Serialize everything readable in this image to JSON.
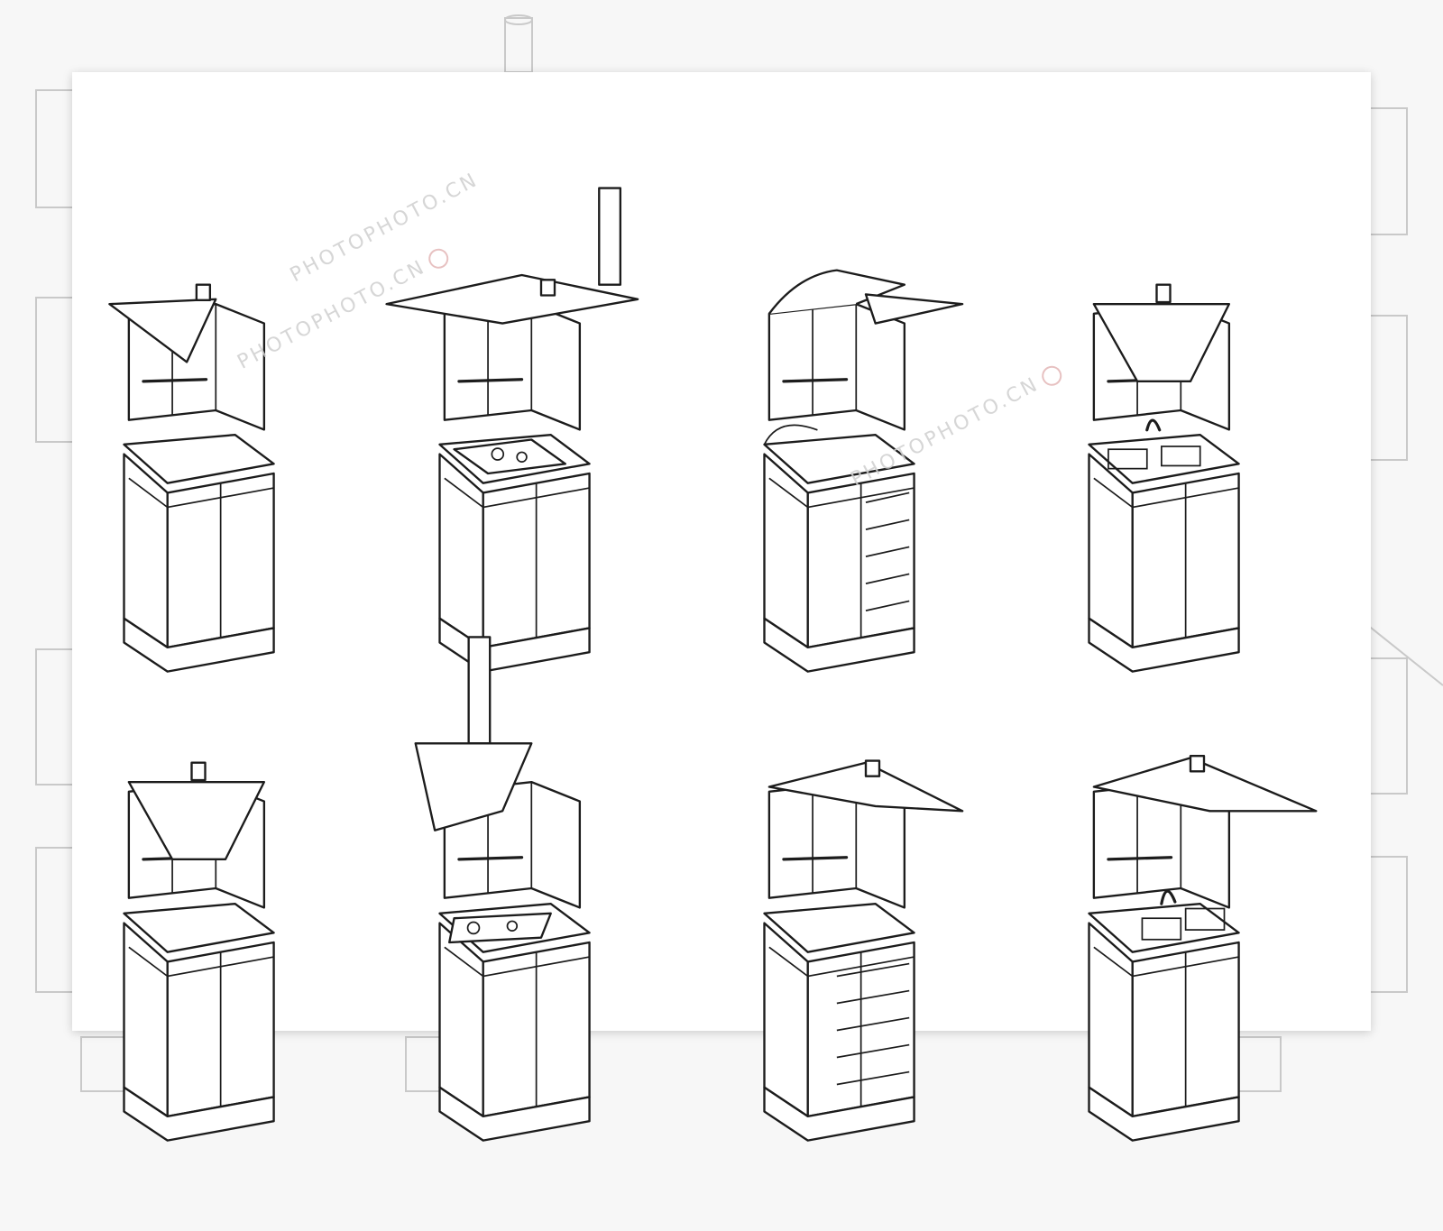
{
  "watermark": {
    "text": "PHOTOPHOTO.CN"
  },
  "colors": {
    "line": "#1c1c1c",
    "ghost": "#c9c9c9",
    "card": "#ffffff",
    "background": "#f7f7f7",
    "seal": "#e3b7b7"
  },
  "cabinets": [
    {
      "kind": "wall",
      "variant": "angled-left"
    },
    {
      "kind": "wall-hood",
      "variant": "chimney-right"
    },
    {
      "kind": "wall",
      "variant": "curved-right"
    },
    {
      "kind": "wall-hood",
      "variant": "front-triangle"
    },
    {
      "kind": "base",
      "variant": "plain"
    },
    {
      "kind": "base",
      "variant": "cooktop"
    },
    {
      "kind": "base",
      "variant": "drawers-curved"
    },
    {
      "kind": "base",
      "variant": "sink-front"
    },
    {
      "kind": "wall-hood",
      "variant": "front-triangle"
    },
    {
      "kind": "wall-hood",
      "variant": "chimney-front"
    },
    {
      "kind": "wall",
      "variant": "angled-right"
    },
    {
      "kind": "wall",
      "variant": "angled-right-wide"
    },
    {
      "kind": "base",
      "variant": "plain-wide"
    },
    {
      "kind": "base",
      "variant": "cooktop-front"
    },
    {
      "kind": "base",
      "variant": "drawers"
    },
    {
      "kind": "base",
      "variant": "sink-corner"
    }
  ]
}
